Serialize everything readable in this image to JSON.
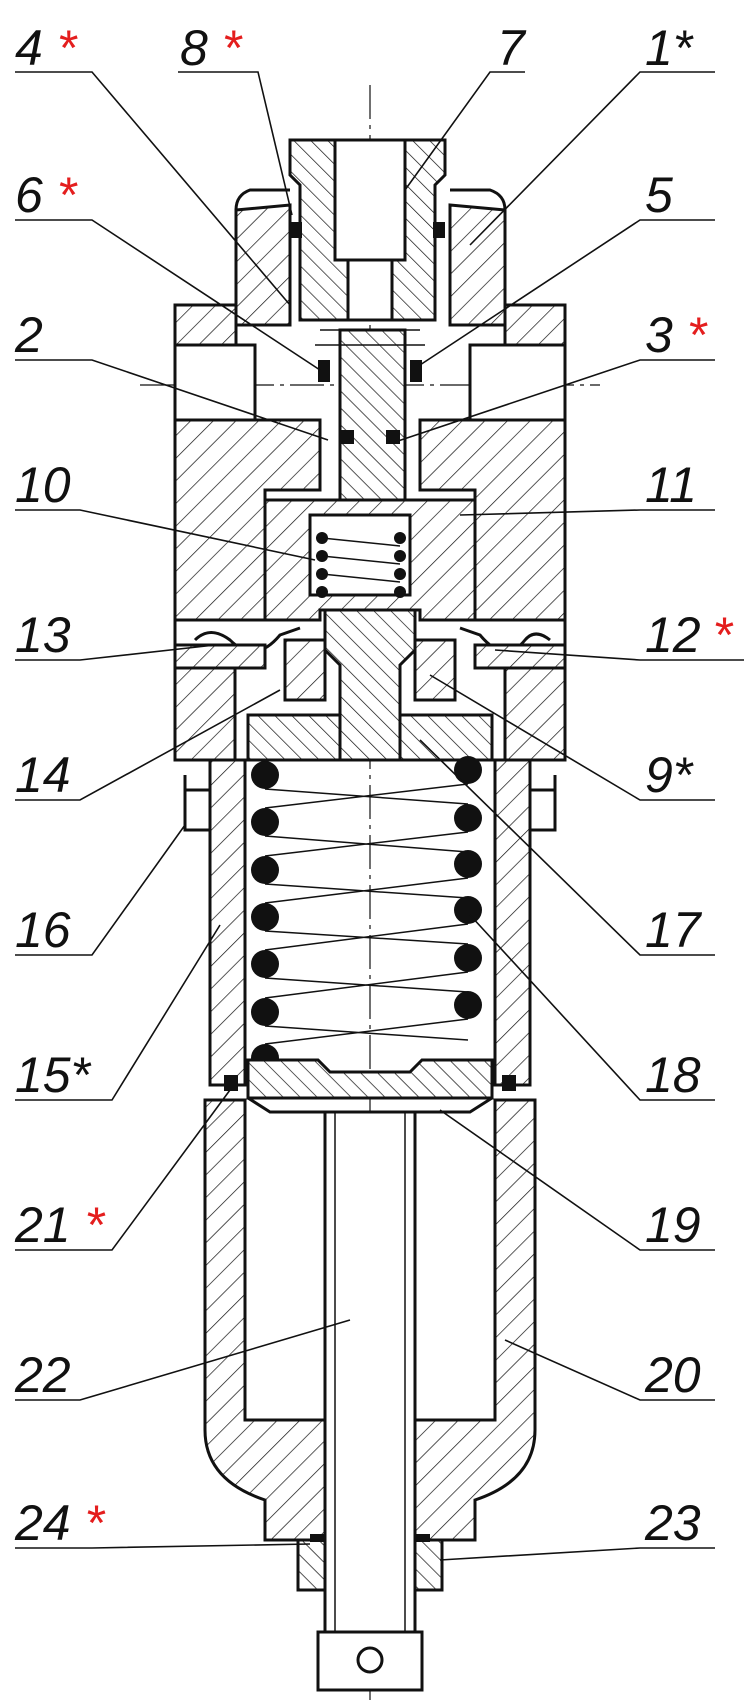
{
  "colors": {
    "line": "#111111",
    "asterisk": "#e41e1e",
    "background": "#ffffff"
  },
  "callouts": [
    {
      "id": "c4",
      "number": "4",
      "asterisk": "*",
      "asterisk_color": "red"
    },
    {
      "id": "c8",
      "number": "8",
      "asterisk": "*",
      "asterisk_color": "red"
    },
    {
      "id": "c7",
      "number": "7",
      "asterisk": "",
      "asterisk_color": ""
    },
    {
      "id": "c1",
      "number": "1",
      "asterisk": "*",
      "asterisk_color": "black"
    },
    {
      "id": "c6",
      "number": "6",
      "asterisk": "*",
      "asterisk_color": "red"
    },
    {
      "id": "c5",
      "number": "5",
      "asterisk": "",
      "asterisk_color": ""
    },
    {
      "id": "c2",
      "number": "2",
      "asterisk": "",
      "asterisk_color": ""
    },
    {
      "id": "c3",
      "number": "3",
      "asterisk": "*",
      "asterisk_color": "red"
    },
    {
      "id": "c10",
      "number": "10",
      "asterisk": "",
      "asterisk_color": ""
    },
    {
      "id": "c11",
      "number": "11",
      "asterisk": "",
      "asterisk_color": ""
    },
    {
      "id": "c13",
      "number": "13",
      "asterisk": "",
      "asterisk_color": ""
    },
    {
      "id": "c12",
      "number": "12",
      "asterisk": "*",
      "asterisk_color": "red"
    },
    {
      "id": "c14",
      "number": "14",
      "asterisk": "",
      "asterisk_color": ""
    },
    {
      "id": "c9",
      "number": "9",
      "asterisk": "*",
      "asterisk_color": "black"
    },
    {
      "id": "c16",
      "number": "16",
      "asterisk": "",
      "asterisk_color": ""
    },
    {
      "id": "c17",
      "number": "17",
      "asterisk": "",
      "asterisk_color": ""
    },
    {
      "id": "c15",
      "number": "15",
      "asterisk": "*",
      "asterisk_color": "black"
    },
    {
      "id": "c18",
      "number": "18",
      "asterisk": "",
      "asterisk_color": ""
    },
    {
      "id": "c21",
      "number": "21",
      "asterisk": "*",
      "asterisk_color": "red"
    },
    {
      "id": "c19",
      "number": "19",
      "asterisk": "",
      "asterisk_color": ""
    },
    {
      "id": "c22",
      "number": "22",
      "asterisk": "",
      "asterisk_color": ""
    },
    {
      "id": "c20",
      "number": "20",
      "asterisk": "",
      "asterisk_color": ""
    },
    {
      "id": "c24",
      "number": "24",
      "asterisk": "*",
      "asterisk_color": "red"
    },
    {
      "id": "c23",
      "number": "23",
      "asterisk": "",
      "asterisk_color": ""
    }
  ]
}
